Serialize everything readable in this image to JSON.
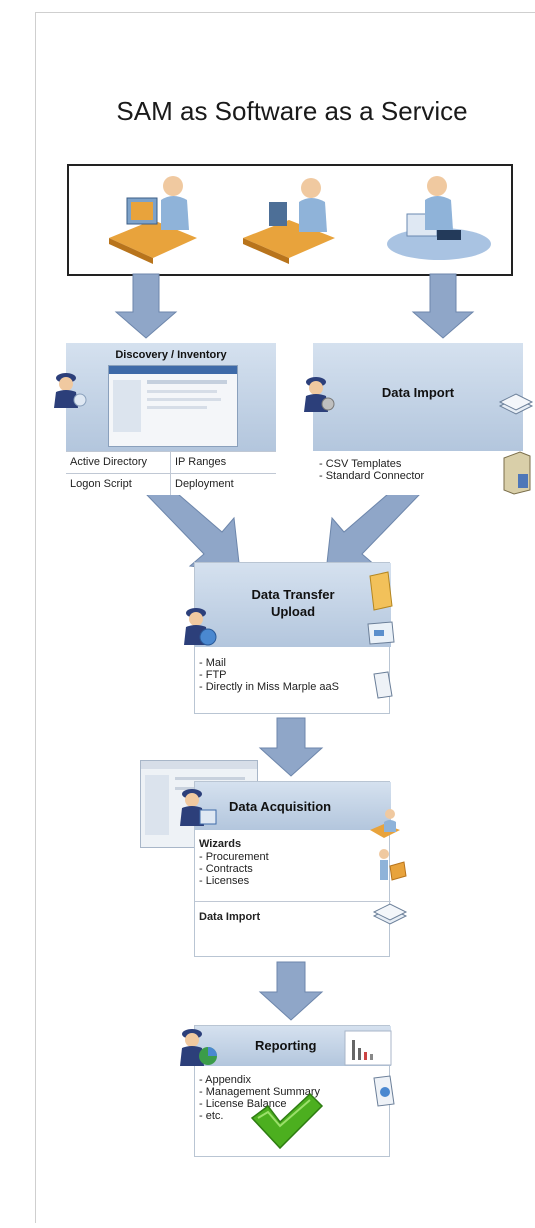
{
  "title": "SAM as Software as a Service",
  "discovery": {
    "heading": "Discovery / Inventory",
    "cells": [
      "Active Directory",
      "IP Ranges",
      "Logon Script",
      "Deployment"
    ]
  },
  "data_import": {
    "heading": "Data Import",
    "items": [
      "- CSV Templates",
      "- Standard Connector"
    ]
  },
  "data_transfer": {
    "heading_line1": "Data Transfer",
    "heading_line2": "Upload",
    "items": [
      "- Mail",
      "- FTP",
      "- Directly in Miss Marple aaS"
    ]
  },
  "data_acquisition": {
    "heading": "Data Acquisition",
    "wizards_label": "Wizards",
    "items": [
      "- Procurement",
      "- Contracts",
      "- Licenses"
    ],
    "data_import_label": "Data Import"
  },
  "reporting": {
    "heading": "Reporting",
    "items": [
      "- Appendix",
      "- Management Summary",
      "- License Balance",
      "- etc."
    ]
  },
  "colors": {
    "arrow": "#8fa6c8",
    "header": "#c5d4e7",
    "check": "#4caf1f"
  }
}
